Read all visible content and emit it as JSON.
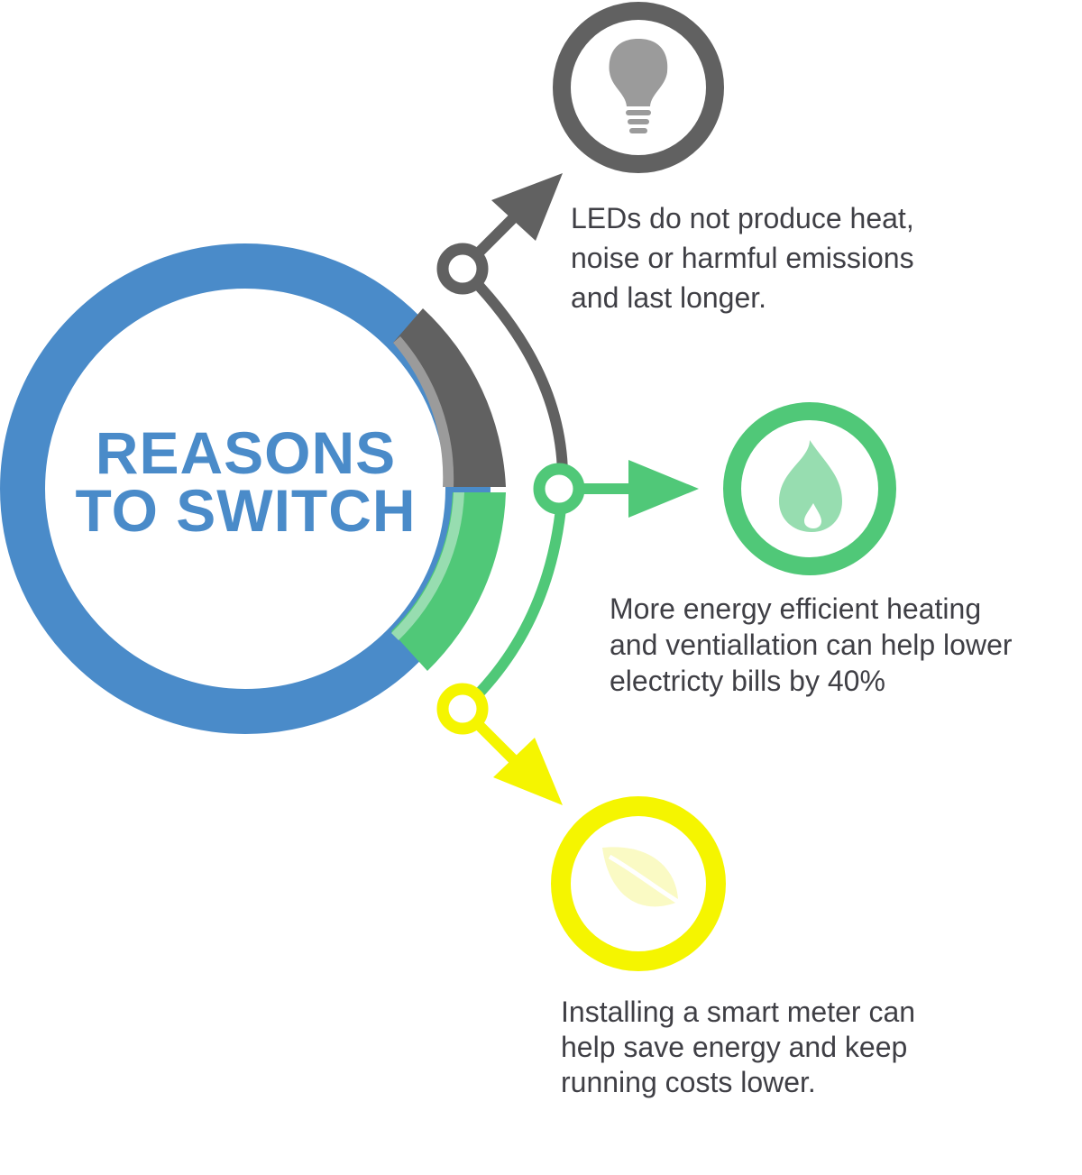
{
  "title": {
    "lines": [
      "REASONS",
      "TO SWITCH"
    ],
    "color": "#4a8bc9"
  },
  "colors": {
    "blue": "#4a8bc9",
    "gray": "#616161",
    "gray_light": "#9b9b9b",
    "green": "#50c878",
    "green_light": "#97ddb0",
    "yellow": "#f5f500",
    "yellow_light": "#fafac4",
    "text": "#3f3f45"
  },
  "reasons": [
    {
      "icon": "lightbulb-icon",
      "color": "#616161",
      "lines": [
        "LEDs do not produce heat,",
        "noise or harmful emissions",
        "and last longer."
      ]
    },
    {
      "icon": "flame-icon",
      "color": "#50c878",
      "lines": [
        "More energy efficient heating",
        "and ventiallation can help lower",
        "electricty bills by 40%"
      ]
    },
    {
      "icon": "leaf-icon",
      "color": "#f5f500",
      "lines": [
        "Installing a smart meter can",
        "help save energy and keep",
        "running costs lower."
      ]
    }
  ]
}
